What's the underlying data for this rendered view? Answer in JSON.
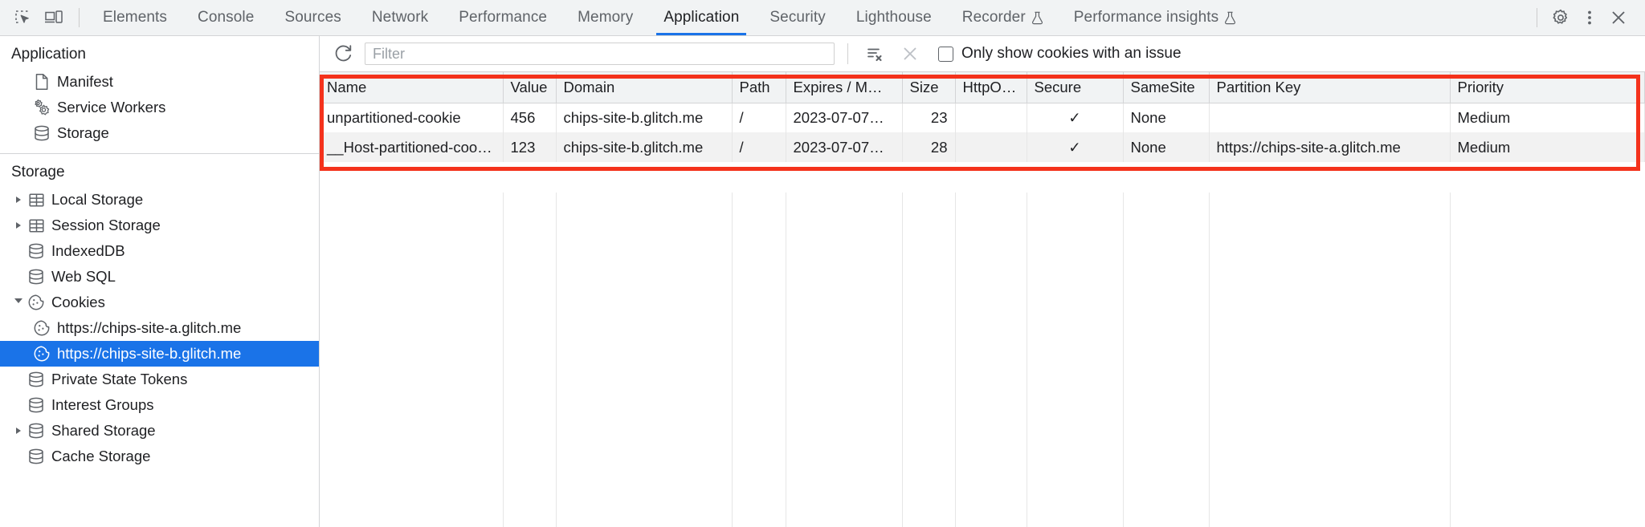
{
  "toolbar": {
    "inspect_icon": "inspect-element-icon",
    "device_icon": "device-toolbar-icon",
    "settings_icon": "gear-icon",
    "more_icon": "kebab-menu-icon",
    "close_icon": "close-icon",
    "accent_color": "#1a73e8",
    "tabs": [
      {
        "label": "Elements",
        "active": false,
        "experimental": false
      },
      {
        "label": "Console",
        "active": false,
        "experimental": false
      },
      {
        "label": "Sources",
        "active": false,
        "experimental": false
      },
      {
        "label": "Network",
        "active": false,
        "experimental": false
      },
      {
        "label": "Performance",
        "active": false,
        "experimental": false
      },
      {
        "label": "Memory",
        "active": false,
        "experimental": false
      },
      {
        "label": "Application",
        "active": true,
        "experimental": false
      },
      {
        "label": "Security",
        "active": false,
        "experimental": false
      },
      {
        "label": "Lighthouse",
        "active": false,
        "experimental": false
      },
      {
        "label": "Recorder",
        "active": false,
        "experimental": true
      },
      {
        "label": "Performance insights",
        "active": false,
        "experimental": true
      }
    ]
  },
  "sidebar": {
    "application": {
      "title": "Application",
      "items": [
        {
          "label": "Manifest",
          "icon": "document-icon",
          "indent": 1,
          "twisty": "none",
          "selected": false
        },
        {
          "label": "Service Workers",
          "icon": "gears-icon",
          "indent": 1,
          "twisty": "none",
          "selected": false
        },
        {
          "label": "Storage",
          "icon": "database-icon",
          "indent": 1,
          "twisty": "none",
          "selected": false
        }
      ]
    },
    "storage": {
      "title": "Storage",
      "items": [
        {
          "label": "Local Storage",
          "icon": "table-icon",
          "indent": 1,
          "twisty": "collapsed",
          "selected": false
        },
        {
          "label": "Session Storage",
          "icon": "table-icon",
          "indent": 1,
          "twisty": "collapsed",
          "selected": false
        },
        {
          "label": "IndexedDB",
          "icon": "database-icon",
          "indent": 1,
          "twisty": "none",
          "selected": false
        },
        {
          "label": "Web SQL",
          "icon": "database-icon",
          "indent": 1,
          "twisty": "none",
          "selected": false
        },
        {
          "label": "Cookies",
          "icon": "cookie-icon",
          "indent": 1,
          "twisty": "expanded",
          "selected": false
        },
        {
          "label": "https://chips-site-a.glitch.me",
          "icon": "cookie-icon",
          "indent": 2,
          "twisty": "none",
          "selected": false
        },
        {
          "label": "https://chips-site-b.glitch.me",
          "icon": "cookie-icon",
          "indent": 2,
          "twisty": "none",
          "selected": true
        },
        {
          "label": "Private State Tokens",
          "icon": "database-icon",
          "indent": 1,
          "twisty": "none",
          "selected": false
        },
        {
          "label": "Interest Groups",
          "icon": "database-icon",
          "indent": 1,
          "twisty": "none",
          "selected": false
        },
        {
          "label": "Shared Storage",
          "icon": "database-icon",
          "indent": 1,
          "twisty": "collapsed",
          "selected": false
        },
        {
          "label": "Cache Storage",
          "icon": "database-icon",
          "indent": 1,
          "twisty": "none",
          "selected": false
        }
      ]
    }
  },
  "filterbar": {
    "refresh_icon": "refresh-icon",
    "filter_value": "",
    "filter_placeholder": "Filter",
    "clear_all_icon": "clear-all-cookies-icon",
    "delete_icon": "delete-selected-icon",
    "checkbox_label": "Only show cookies with an issue",
    "checkbox_checked": false
  },
  "cookies_table": {
    "columns": [
      "Name",
      "Value",
      "Domain",
      "Path",
      "Expires / M…",
      "Size",
      "HttpOnly",
      "Secure",
      "SameSite",
      "Partition Key",
      "Priority"
    ],
    "rows": [
      {
        "name": "unpartitioned-cookie",
        "value": "456",
        "domain": "chips-site-b.glitch.me",
        "path": "/",
        "expires": "2023-07-07…",
        "size": "23",
        "httponly": "",
        "secure": "✓",
        "samesite": "None",
        "partition_key": "",
        "priority": "Medium"
      },
      {
        "name": "__Host-partitioned-cookie",
        "value": "123",
        "domain": "chips-site-b.glitch.me",
        "path": "/",
        "expires": "2023-07-07…",
        "size": "28",
        "httponly": "",
        "secure": "✓",
        "samesite": "None",
        "partition_key": "https://chips-site-a.glitch.me",
        "priority": "Medium"
      }
    ]
  },
  "annotation": {
    "highlight_color": "#f4321c",
    "name": "cookie-table-highlight"
  }
}
